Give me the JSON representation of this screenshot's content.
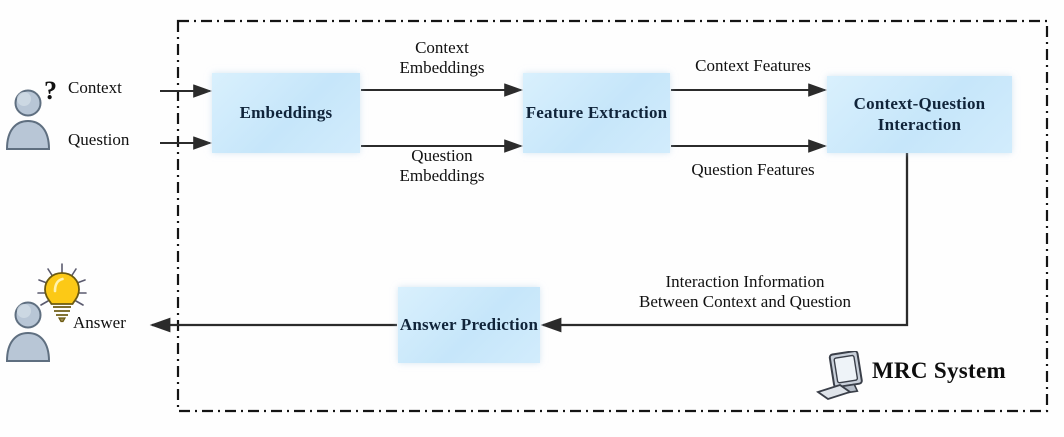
{
  "diagram": {
    "title": "MRC System",
    "boundary_label": "MRC System",
    "accent_box_color": "#cfeafb",
    "line_color": "#2b2b2b",
    "border_style": "dash-dot"
  },
  "nodes": [
    {
      "id": "embeddings",
      "label": "Embeddings"
    },
    {
      "id": "feature-extraction",
      "label": "Feature\nExtraction"
    },
    {
      "id": "context-question-interaction",
      "label": "Context-Question\nInteraction"
    },
    {
      "id": "answer-prediction",
      "label": "Answer\nPrediction"
    }
  ],
  "inputs": [
    {
      "id": "context",
      "label": "Context"
    },
    {
      "id": "question",
      "label": "Question"
    }
  ],
  "outputs": [
    {
      "id": "answer",
      "label": "Answer"
    }
  ],
  "edge_labels": [
    {
      "id": "context-embeddings",
      "label": "Context\nEmbeddings"
    },
    {
      "id": "question-embeddings",
      "label": "Question\nEmbeddings"
    },
    {
      "id": "context-features",
      "label": "Context Features"
    },
    {
      "id": "question-features",
      "label": "Question Features"
    },
    {
      "id": "interaction-information",
      "label": "Interaction Information\nBetween Context and Question"
    }
  ],
  "icons": [
    {
      "id": "user-question-icon",
      "name": "user-icon"
    },
    {
      "id": "question-mark-icon",
      "name": "question-mark-icon",
      "glyph": "?"
    },
    {
      "id": "user-answer-icon",
      "name": "user-icon"
    },
    {
      "id": "lightbulb-icon",
      "name": "lightbulb-icon"
    },
    {
      "id": "computer-icon",
      "name": "computer-icon"
    }
  ]
}
